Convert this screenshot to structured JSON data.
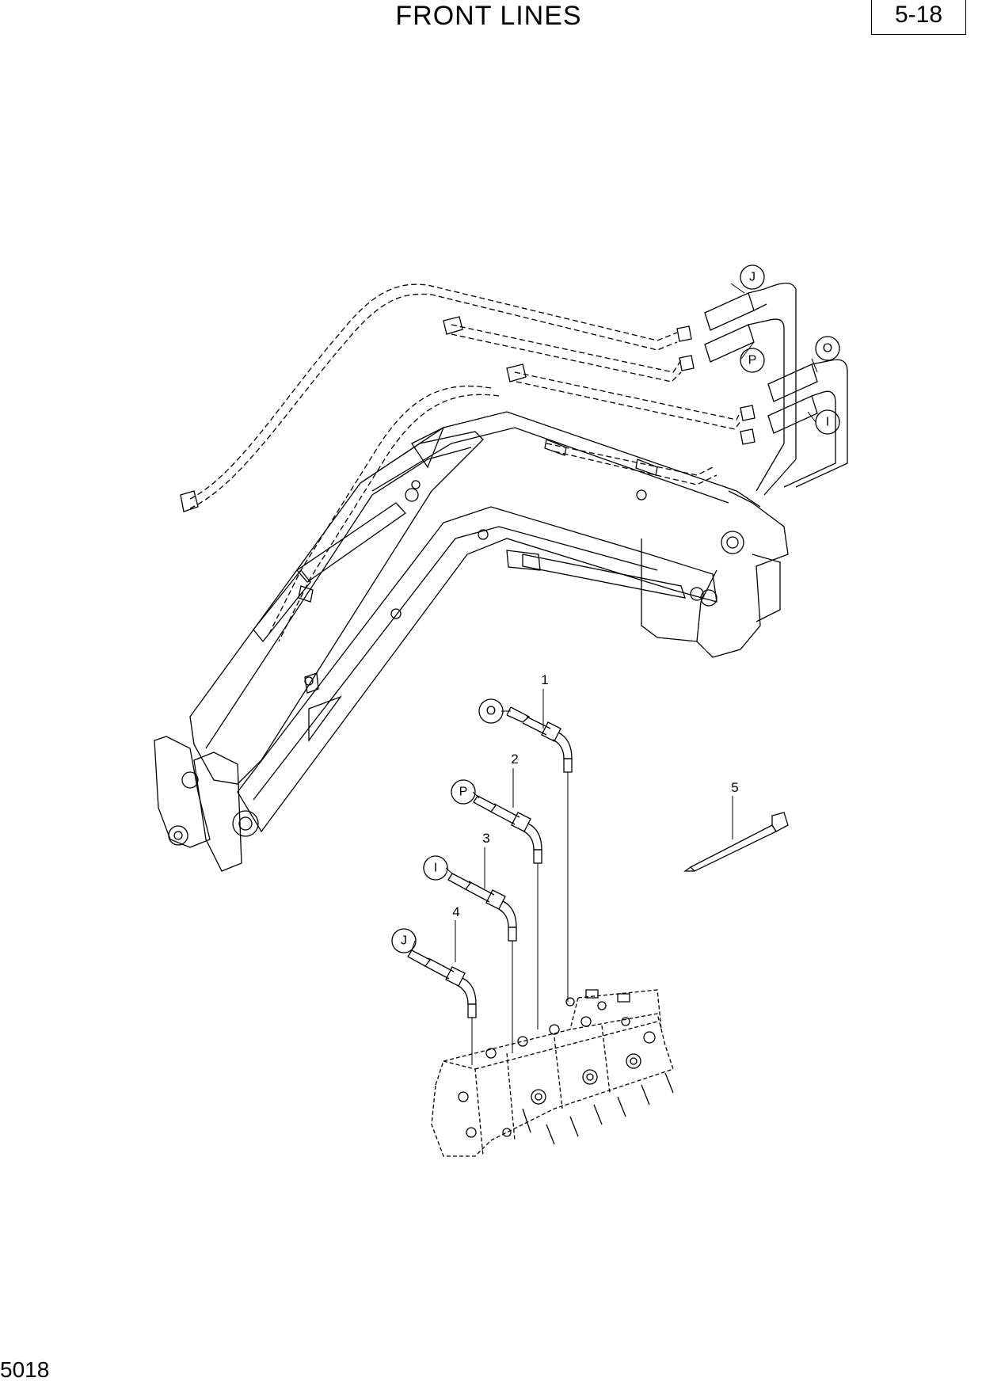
{
  "page": {
    "title": "FRONT LINES",
    "page_number": "5-18",
    "drawing_code": "5018"
  },
  "callouts": {
    "boom_refs": [
      "J",
      "P",
      "O",
      "I"
    ],
    "hose_refs": [
      "O",
      "P",
      "I",
      "J"
    ],
    "part_numbers": [
      "1",
      "2",
      "3",
      "4",
      "5"
    ]
  }
}
